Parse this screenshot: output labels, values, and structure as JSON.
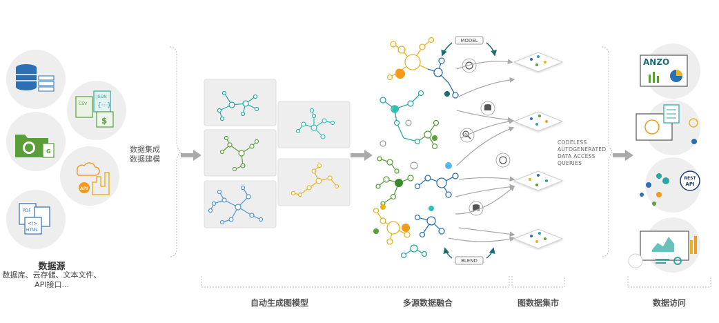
{
  "sources": {
    "title": "数据源",
    "description": "数据库、云存储、文本文件、API接口..."
  },
  "ingest_label": "数据集成\n数据建模",
  "file_labels": {
    "csv": "CSV",
    "json": "JSON",
    "pdf": "PDF",
    "html": "HTML",
    "api": "API"
  },
  "fusion_tags": {
    "model": "MODEL",
    "blend": "BLEND",
    "ai": "AI"
  },
  "codeless": "CODELESS\nAUTOGENERATED\nDATA ACCESS\nQUERIES",
  "access_labels": {
    "anzo": "ANZO",
    "rest_api": "REST\nAPI"
  },
  "stages": {
    "auto_model": "自动生成图模型",
    "fusion": "多源数据融合",
    "marts": "图数据集市",
    "access": "数据访问"
  },
  "colors": {
    "teal": "#2aa7a2",
    "blue": "#2d6fb3",
    "green": "#5a9e3a",
    "yellow": "#e8b420",
    "orange": "#f39a1b",
    "gray": "#9aa0a6"
  }
}
